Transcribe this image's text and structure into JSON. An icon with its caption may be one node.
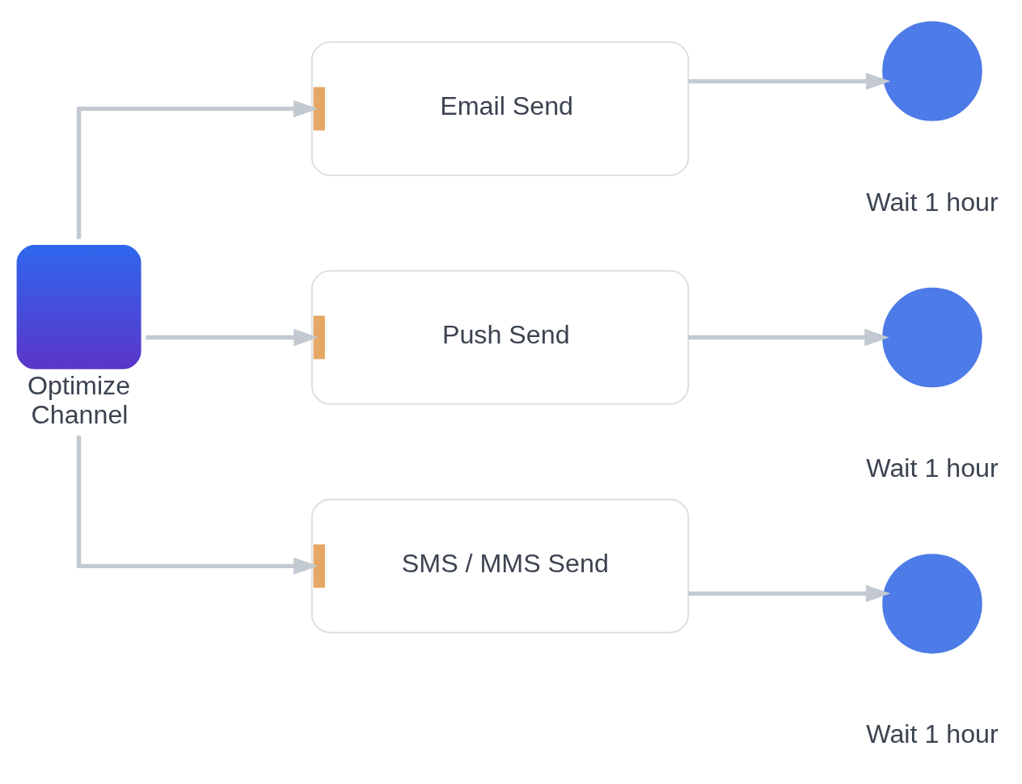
{
  "diagram": {
    "nodes": [
      {
        "text": [
          "Optimize Channel"
        ]
      },
      {
        "text": [
          "Email Send"
        ]
      },
      {
        "text": [
          "Push Send"
        ]
      },
      {
        "text": [
          "SMS / MMS Send"
        ]
      },
      {
        "text": [],
        "shape": "circle",
        "beside": [
          "Wait 1 hour"
        ]
      },
      {
        "text": [],
        "shape": "circle",
        "beside": [
          "Wait 1 hour"
        ]
      },
      {
        "text": [],
        "shape": "circle",
        "beside": [
          "Wait 1 hour"
        ]
      }
    ],
    "edges": [
      {
        "from": 0,
        "to": 1,
        "arrow": "to"
      },
      {
        "from": 0,
        "to": 2,
        "arrow": "to"
      },
      {
        "from": 0,
        "to": 3,
        "arrow": "to"
      },
      {
        "from": 1,
        "to": 4,
        "arrow": "to"
      },
      {
        "from": 2,
        "to": 5,
        "arrow": "to"
      },
      {
        "from": 3,
        "to": 6,
        "arrow": "to"
      }
    ]
  }
}
